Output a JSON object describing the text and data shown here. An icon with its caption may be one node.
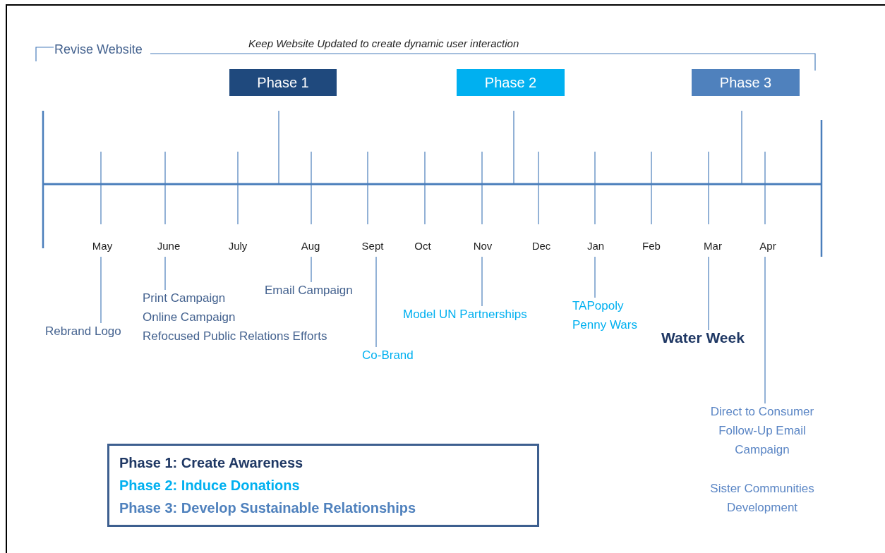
{
  "diagram": {
    "nodes": [
      {
        "text": [
          "Phase 1"
        ]
      },
      {
        "text": [
          "Phase 2"
        ]
      },
      {
        "text": [
          "Phase 3"
        ]
      },
      {
        "text": [
          "May"
        ]
      },
      {
        "text": [
          "June"
        ]
      },
      {
        "text": [
          "July"
        ]
      },
      {
        "text": [
          "Aug"
        ]
      },
      {
        "text": [
          "Sept"
        ]
      },
      {
        "text": [
          "Oct"
        ]
      },
      {
        "text": [
          "Nov"
        ]
      },
      {
        "text": [
          "Dec"
        ]
      },
      {
        "text": [
          "Jan"
        ]
      },
      {
        "text": [
          "Feb"
        ]
      },
      {
        "text": [
          "Mar"
        ]
      },
      {
        "text": [
          "Apr"
        ]
      },
      {
        "text": [
          "Rebrand Logo"
        ]
      },
      {
        "text": [
          "Print Campaign",
          "Online Campaign",
          "Refocused Public Relations Efforts"
        ]
      },
      {
        "text": [
          "Email Campaign"
        ]
      },
      {
        "text": [
          "Co-Brand"
        ]
      },
      {
        "text": [
          "Model UN Partnerships"
        ]
      },
      {
        "text": [
          "TAPopoly",
          "Penny Wars"
        ]
      },
      {
        "text": [
          "Water Week"
        ]
      },
      {
        "text": [
          "Direct to Consumer Follow-Up Email Campaign",
          "Sister Communities Development"
        ]
      }
    ],
    "edges": [
      {
        "from": 3,
        "to": 15,
        "arrow": "none"
      },
      {
        "from": 4,
        "to": 16,
        "arrow": "none"
      },
      {
        "from": 6,
        "to": 17,
        "arrow": "none"
      },
      {
        "from": 7,
        "to": 18,
        "arrow": "none"
      },
      {
        "from": 9,
        "to": 19,
        "arrow": "none"
      },
      {
        "from": 11,
        "to": 20,
        "arrow": "none"
      },
      {
        "from": 13,
        "to": 21,
        "arrow": "none"
      },
      {
        "from": 14,
        "to": 22,
        "arrow": "none"
      }
    ],
    "labels": [
      "Revise Website",
      "Keep Website Updated to create dynamic user interaction"
    ],
    "legend": [
      {
        "text": "Phase 1: Create Awareness",
        "color": "#1f3864"
      },
      {
        "text": "Phase 2: Induce Donations",
        "color": "#00b0f0"
      },
      {
        "text": "Phase 3: Develop Sustainable Relationships",
        "color": "#4f81bd"
      }
    ]
  }
}
